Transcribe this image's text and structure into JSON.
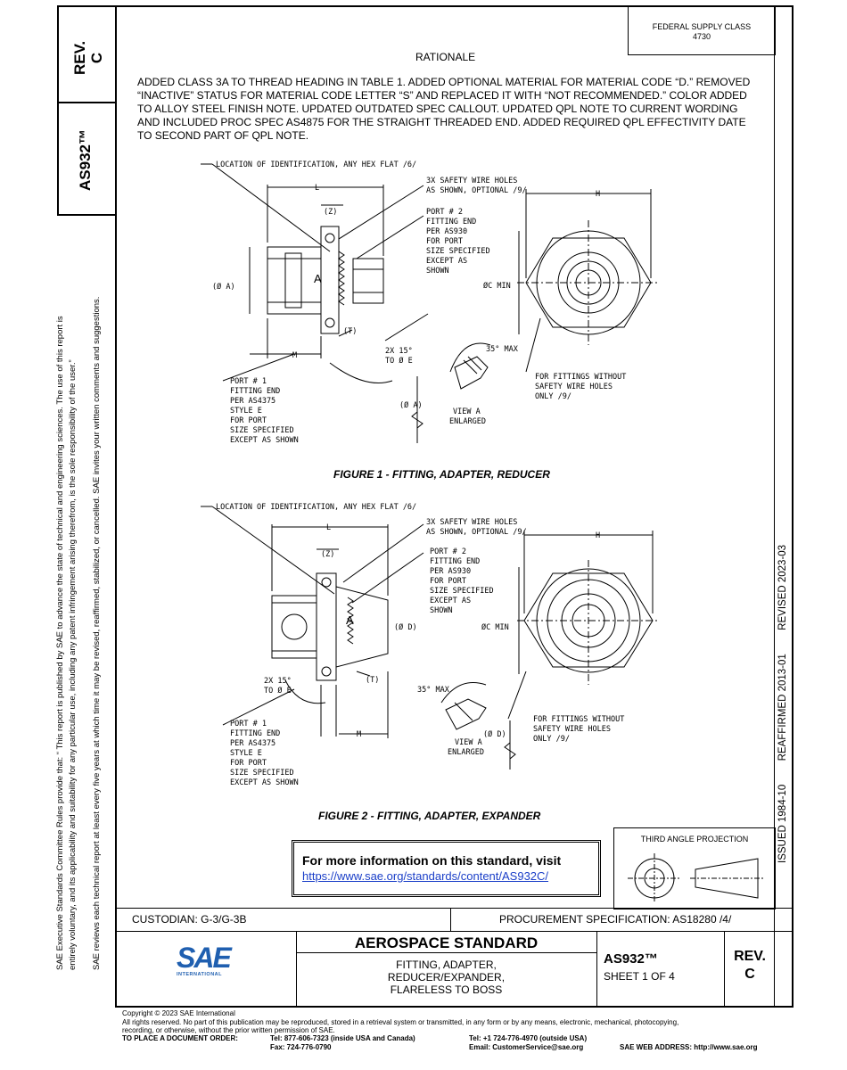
{
  "left_strip": {
    "rev_label": "REV.",
    "rev_value": "C",
    "doc_number": "AS932™",
    "notice_line1": "SAE Executive Standards Committee Rules provide that: “  This report is published by SAE to advance the state of technical and engineering sciences. The use of this report is",
    "notice_line2": "entirely voluntary, and its applicability and suitability for any particular use, including any patent infringement arising therefrom, is the sole responsibility of the user.”",
    "notice_line3": "SAE reviews each technical report at least every five years at which time it may be revised, reaffirmed, stabilized, or cancelled. SAE invites your written comments and suggestions."
  },
  "header": {
    "supply_class_label": "FEDERAL SUPPLY CLASS",
    "supply_class_value": "4730"
  },
  "right_strip": {
    "issued": "ISSUED 1984-10",
    "reaffirmed": "REAFFIRMED 2013-01",
    "revised": "REVISED 2023-03"
  },
  "rationale": {
    "title": "RATIONALE",
    "body": "ADDED CLASS 3A TO THREAD HEADING IN TABLE 1. ADDED OPTIONAL MATERIAL FOR MATERIAL CODE “D.” REMOVED “INACTIVE” STATUS FOR MATERIAL CODE LETTER “S” AND REPLACED IT WITH “NOT RECOMMENDED.” COLOR ADDED TO ALLOY STEEL FINISH NOTE. UPDATED OUTDATED SPEC CALLOUT. UPDATED QPL NOTE TO CURRENT WORDING AND INCLUDED PROC SPEC AS4875 FOR THE STRAIGHT THREADED END. ADDED REQUIRED QPL EFFECTIVITY DATE TO SECOND PART OF QPL NOTE."
  },
  "figure1": {
    "caption": "FIGURE 1 - FITTING, ADAPTER, REDUCER",
    "labels": {
      "location_id": "LOCATION OF IDENTIFICATION, ANY HEX FLAT /6/",
      "safety_wire": [
        "3X SAFETY WIRE HOLES",
        "AS SHOWN, OPTIONAL /9/"
      ],
      "port2": [
        "PORT # 2",
        "FITTING END",
        "PER AS930",
        "FOR PORT",
        "SIZE SPECIFIED",
        "EXCEPT AS",
        "SHOWN"
      ],
      "port1": [
        "PORT # 1",
        "FITTING END",
        "PER AS4375",
        "STYLE E",
        "FOR PORT",
        "SIZE SPECIFIED",
        "EXCEPT AS SHOWN"
      ],
      "dim_L": "L",
      "dim_Z": "(Z)",
      "dim_H": "H",
      "dim_A": "(Ø A)",
      "dim_C": "ØC MIN",
      "dim_T": "(T)",
      "dim_M": "M",
      "angle_E": [
        "2X 15°",
        "TO Ø E"
      ],
      "angle_max": "35° MAX",
      "view_A_dim": "(Ø A)",
      "view_label": [
        "VIEW A",
        "ENLARGED"
      ],
      "no_wire": [
        "FOR FITTINGS WITHOUT",
        "SAFETY WIRE HOLES",
        "ONLY /9/"
      ],
      "view_letter": "A"
    }
  },
  "figure2": {
    "caption": "FIGURE 2 - FITTING, ADAPTER, EXPANDER",
    "labels": {
      "location_id": "LOCATION OF IDENTIFICATION, ANY HEX FLAT /6/",
      "safety_wire": [
        "3X SAFETY WIRE HOLES",
        "AS SHOWN, OPTIONAL /9/"
      ],
      "port2": [
        "PORT # 2",
        "FITTING END",
        "PER AS930",
        "FOR PORT",
        "SIZE SPECIFIED",
        "EXCEPT AS",
        "SHOWN"
      ],
      "port1": [
        "PORT # 1",
        "FITTING END",
        "PER AS4375",
        "STYLE E",
        "FOR PORT",
        "SIZE SPECIFIED",
        "EXCEPT AS SHOWN"
      ],
      "dim_L": "L",
      "dim_Z": "(Z)",
      "dim_H": "H",
      "dim_D": "(Ø D)",
      "dim_C": "ØC MIN",
      "dim_T": "(T)",
      "dim_M": "M",
      "angle_E": [
        "2X 15°",
        "TO Ø E"
      ],
      "angle_max": "35° MAX",
      "view_D_dim": "(Ø D)",
      "view_label": [
        "VIEW A",
        "ENLARGED"
      ],
      "no_wire": [
        "FOR FITTINGS WITHOUT",
        "SAFETY WIRE HOLES",
        "ONLY /9/"
      ],
      "view_letter": "A"
    }
  },
  "info": {
    "text": "For more information on this standard, visit",
    "link": "https://www.sae.org/standards/content/AS932C/"
  },
  "projection": {
    "title": "THIRD ANGLE PROJECTION"
  },
  "title_block": {
    "custodian": "CUSTODIAN: G-3/G-3B",
    "procurement": "PROCUREMENT SPECIFICATION: AS18280 /4/",
    "standard_type": "AEROSPACE STANDARD",
    "title_line1": "FITTING, ADAPTER,",
    "title_line2": "REDUCER/EXPANDER,",
    "title_line3": "FLARELESS TO BOSS",
    "doc_number": "AS932™",
    "sheet": "SHEET 1 OF 4",
    "rev_label": "REV.",
    "rev_value": "C",
    "logo_text": "SAE",
    "logo_sub": "INTERNATIONAL"
  },
  "footer": {
    "copyright": "Copyright © 2023 SAE International",
    "rights1": "All rights reserved. No part of this publication may be reproduced, stored in a retrieval system or transmitted, in any form or by any means, electronic, mechanical, photocopying,",
    "rights2": "recording, or otherwise, without the prior written permission of SAE.",
    "order_label": "TO PLACE A DOCUMENT ORDER:",
    "tel_us": "Tel: 877-606-7323 (inside USA and Canada)",
    "fax": "Fax: 724-776-0790",
    "tel_intl": "Tel: +1 724-776-4970 (outside USA)",
    "email": "Email: CustomerService@sae.org",
    "web": "SAE WEB ADDRESS: http://www.sae.org"
  },
  "colors": {
    "link": "#1a3ec8",
    "logo_blue": "#1f5fb0"
  }
}
